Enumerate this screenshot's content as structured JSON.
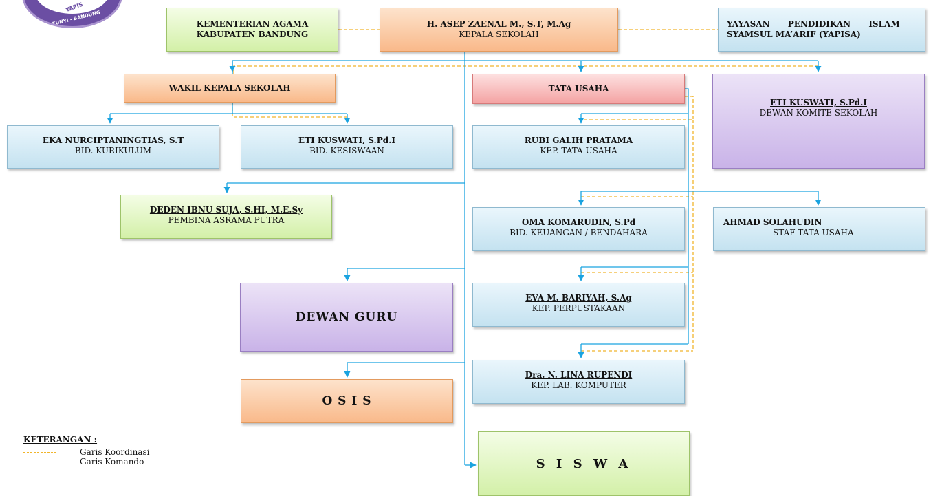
{
  "logo": {
    "text_top": "YAPIS",
    "text_bottom": "CILEUNYI - BANDUNG"
  },
  "nodes": {
    "kemenag": {
      "line1": "KEMENTERIAN AGAMA",
      "line2": "KABUPATEN BANDUNG"
    },
    "kepsek": {
      "name": "H. ASEP ZAENAL M., S.T, M.Ag",
      "role": "KEPALA SEKOLAH"
    },
    "yayasan": {
      "line1": "YAYASAN PENDIDIKAN ISLAM",
      "line2": "SYAMSUL MA’ARIF (YAPISA)"
    },
    "wakasek": {
      "label": "WAKIL KEPALA SEKOLAH"
    },
    "tata_usaha": {
      "label": "TATA USAHA"
    },
    "komite": {
      "name": "ETI KUSWATI, S.Pd.I",
      "role": "DEWAN KOMITE SEKOLAH"
    },
    "kurikulum": {
      "name": "EKA NURCIPTANINGTIAS, S.T",
      "role": "BID. KURIKULUM"
    },
    "kesiswaan": {
      "name": "ETI KUSWATI, S.Pd.I",
      "role": "BID. KESISWAAN"
    },
    "kep_tu": {
      "name": "RUBI GALIH PRATAMA",
      "role": "KEP. TATA USAHA"
    },
    "asrama": {
      "name": "DEDEN IBNU SUJA, S.HI, M.E.Sy",
      "role": "PEMBINA ASRAMA PUTRA"
    },
    "bendahara": {
      "name": "OMA KOMARUDIN, S.Pd",
      "role": "BID. KEUANGAN / BENDAHARA"
    },
    "staf_tu": {
      "name": "AHMAD SOLAHUDIN",
      "role": "STAF TATA USAHA"
    },
    "dewan_guru": {
      "label": "DEWAN GURU"
    },
    "perpustakaan": {
      "name": "EVA M. BARIYAH, S.Ag",
      "role": "KEP. PERPUSTAKAAN"
    },
    "osis": {
      "label": "O S I S"
    },
    "lab": {
      "name": "Dra. N. LINA RUPENDI",
      "role": "KEP. LAB. KOMPUTER"
    },
    "siswa": {
      "label": "S I S W A"
    }
  },
  "legend": {
    "title": "KETERANGAN :",
    "coordination": "Garis Koordinasi",
    "command": "Garis Komando"
  },
  "colors": {
    "command_line": "#1aa3e0",
    "coordination_line": "#f1b52c"
  }
}
